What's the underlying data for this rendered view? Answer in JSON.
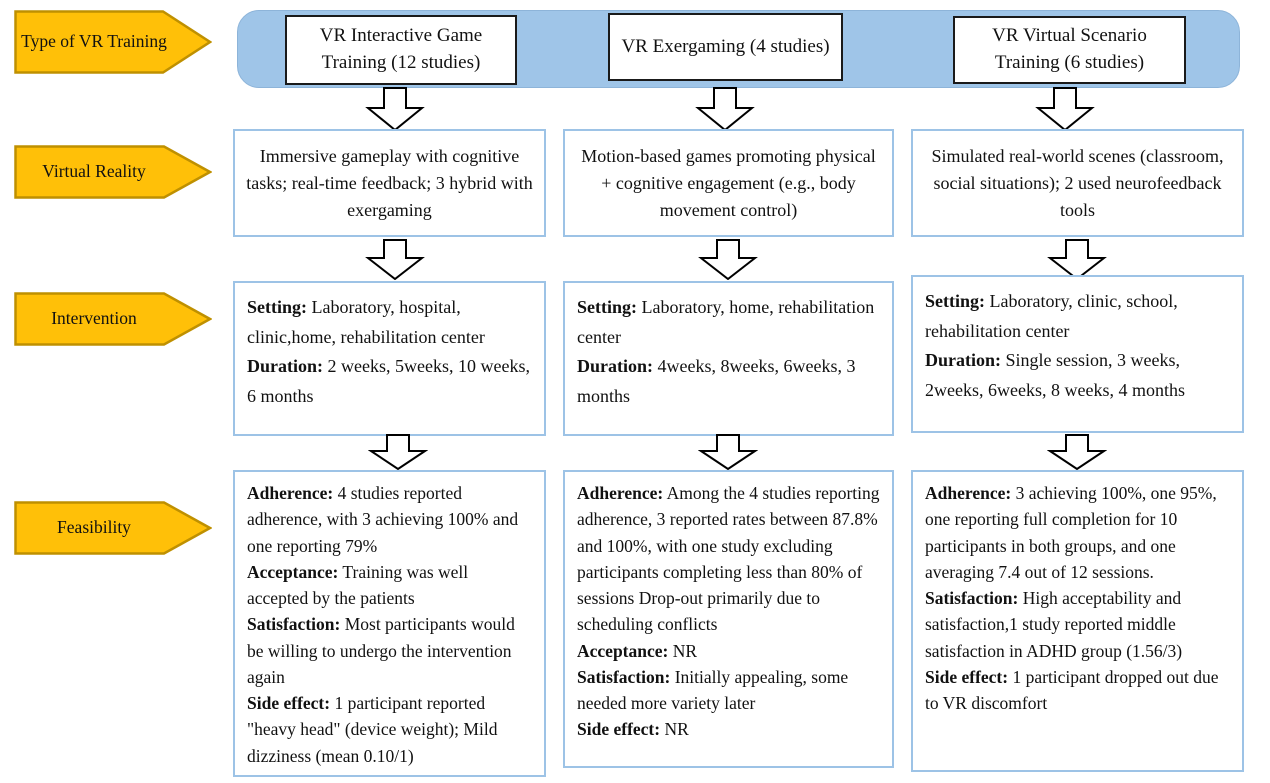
{
  "colors": {
    "label_arrow_fill": "#FFC008",
    "label_arrow_border": "#BF9000",
    "header_bar_fill": "#9FC5E8",
    "header_bar_edge": "#8DB4D9",
    "content_box_border": "#9DC3E6",
    "title_box_border": "#1A1A1A"
  },
  "icons": {
    "down_arrow": "block-down-arrow",
    "row_label": "right-pointing-pentagon-arrow"
  },
  "row_labels": {
    "type_of_vr_training": "Type of VR Training",
    "virtual_reality": "Virtual Reality",
    "intervention": "Intervention",
    "feasibility": "Feasibility"
  },
  "columns": [
    {
      "title": "VR Interactive Game Training (12 studies)",
      "virtual_reality": "Immersive gameplay with cognitive tasks; real-time feedback; 3 hybrid with exergaming",
      "intervention": {
        "setting_label": "Setting:",
        "setting": "Laboratory, hospital, clinic,home, rehabilitation center",
        "duration_label": "Duration:",
        "duration": "2 weeks, 5weeks, 10 weeks, 6 months"
      },
      "feasibility": [
        {
          "label": "Adherence:",
          "text": "4 studies reported adherence, with 3 achieving 100% and one reporting 79%"
        },
        {
          "label": "Acceptance:",
          "text": "Training was well accepted by the patients"
        },
        {
          "label": "Satisfaction:",
          "text": "Most participants would be willing to undergo the intervention again"
        },
        {
          "label": "Side effect:",
          "text": "1 participant reported \"heavy head\" (device weight); Mild dizziness (mean 0.10/1)"
        }
      ]
    },
    {
      "title": "VR Exergaming (4 studies)",
      "virtual_reality": "Motion-based games promoting physical + cognitive engagement (e.g., body movement control)",
      "intervention": {
        "setting_label": "Setting:",
        "setting": "Laboratory, home, rehabilitation center",
        "duration_label": "Duration:",
        "duration": "4weeks, 8weeks, 6weeks, 3 months"
      },
      "feasibility": [
        {
          "label": "Adherence:",
          "text": "Among the 4 studies reporting adherence, 3 reported rates between 87.8% and 100%, with one study excluding participants completing less than 80% of sessions Drop-out primarily due to scheduling conflicts"
        },
        {
          "label": "Acceptance:",
          "text": "NR"
        },
        {
          "label": "Satisfaction:",
          "text": "Initially appealing, some needed more variety later"
        },
        {
          "label": "Side effect:",
          "text": "NR"
        }
      ]
    },
    {
      "title": "VR Virtual Scenario Training (6 studies)",
      "virtual_reality": "Simulated real-world scenes (classroom, social situations); 2 used neurofeedback tools",
      "intervention": {
        "setting_label": "Setting:",
        "setting": "Laboratory, clinic, school, rehabilitation center",
        "duration_label": "Duration:",
        "duration": "Single session, 3 weeks, 2weeks, 6weeks, 8 weeks, 4 months"
      },
      "feasibility": [
        {
          "label": "Adherence:",
          "text": "3 achieving 100%, one 95%, one reporting full completion for 10 participants in both groups, and one averaging 7.4 out of 12 sessions."
        },
        {
          "label": "Satisfaction:",
          "text": "High acceptability and satisfaction,1 study reported middle satisfaction in ADHD group (1.56/3)"
        },
        {
          "label": "Side effect:",
          "text": "1 participant dropped out due to VR discomfort"
        }
      ]
    }
  ]
}
